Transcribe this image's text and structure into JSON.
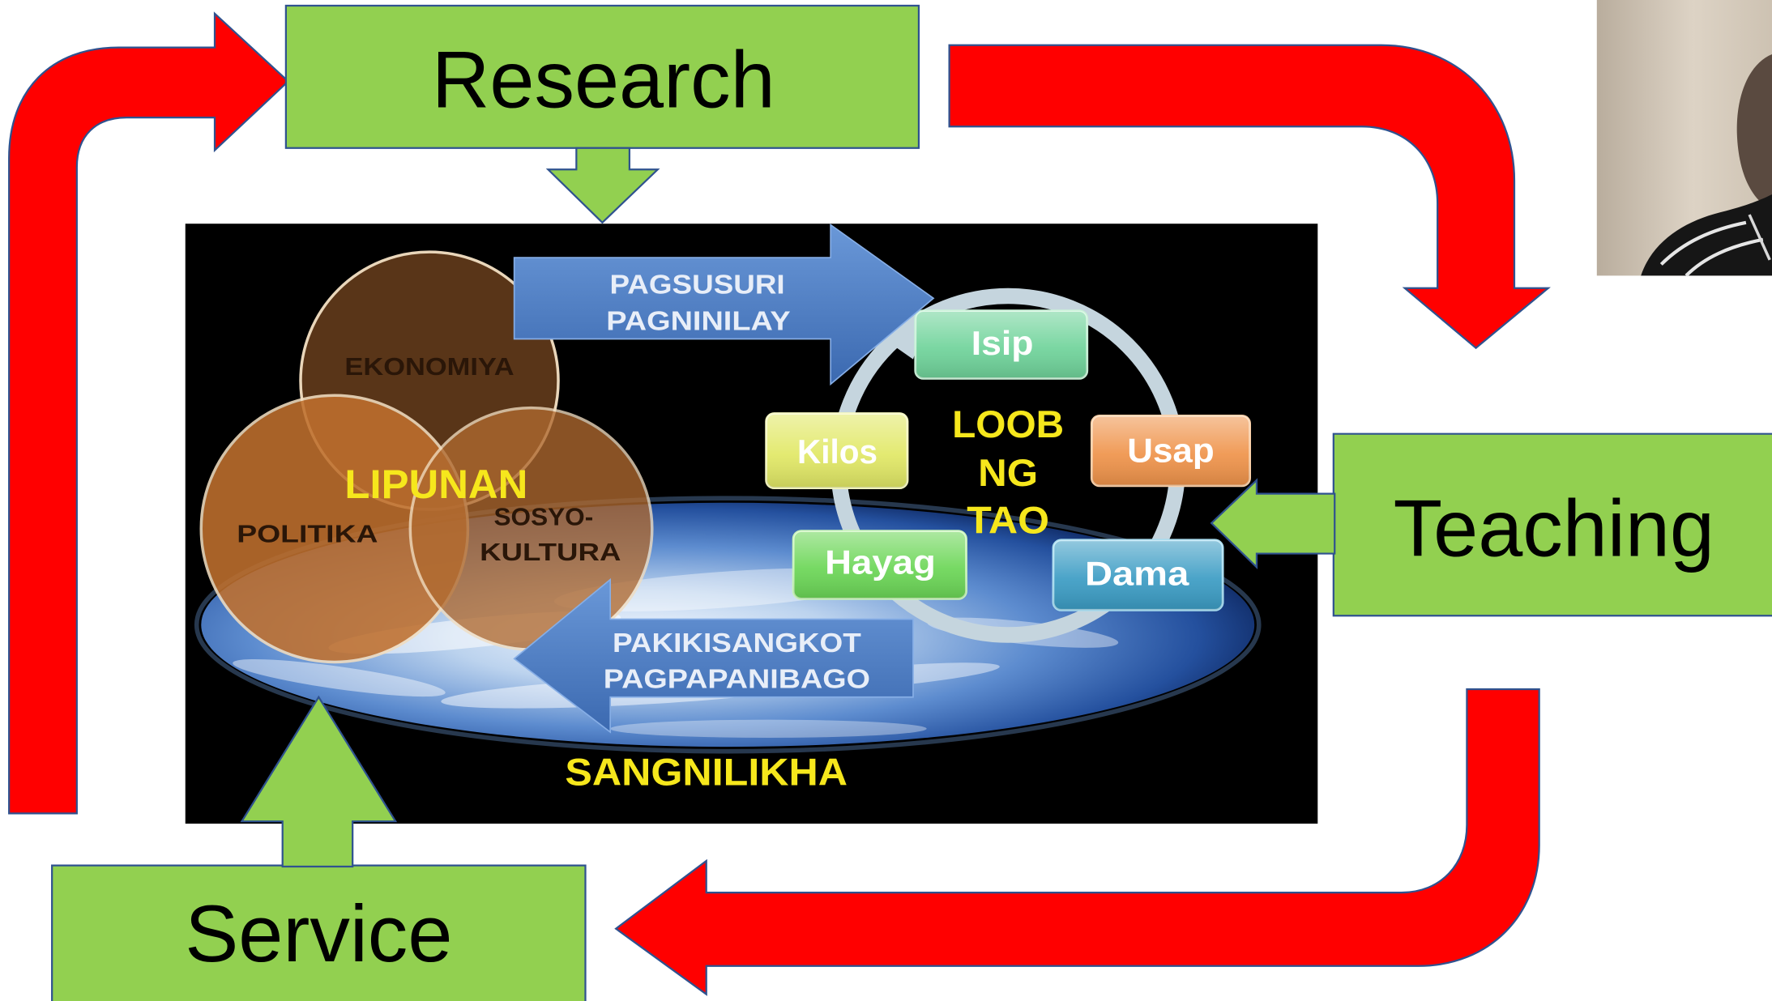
{
  "slide": {
    "research": "Research",
    "teaching": "Teaching",
    "service": "Service"
  },
  "inner_diagram": {
    "society": {
      "label": "LIPUNAN",
      "circles": [
        {
          "lines": [
            "EKONOMIYA"
          ]
        },
        {
          "lines": [
            "POLITIKA"
          ]
        },
        {
          "lines": [
            "SOSYO-",
            "KULTURA"
          ]
        }
      ]
    },
    "upper_arrow": {
      "lines": [
        "PAGSUSURI",
        "PAGNINILAY"
      ]
    },
    "lower_arrow": {
      "lines": [
        "PAKIKISANGKOT",
        "PAGPAPANIBAGO"
      ]
    },
    "loob": {
      "center_lines": [
        "LOOB",
        "NG",
        "TAO"
      ],
      "nodes": [
        {
          "label": "Isip",
          "color": "#6fd39a"
        },
        {
          "label": "Usap",
          "color": "#ef934a"
        },
        {
          "label": "Dama",
          "color": "#3b9cc4"
        },
        {
          "label": "Hayag",
          "color": "#6bd656"
        },
        {
          "label": "Kilos",
          "color": "#e1e865"
        }
      ]
    },
    "ground_label": "SANGNILIKHA"
  },
  "colors": {
    "cycle_arrows": "#ff0000",
    "role_boxes": "#92d050",
    "shape_outline": "#2f528f",
    "inner_arrows": "#4a7cc2",
    "highlight_text": "#f6e71c",
    "ring": "#c5d5de",
    "panel_background": "#000000"
  }
}
